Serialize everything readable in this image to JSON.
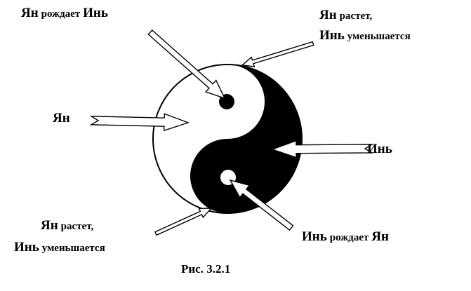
{
  "labels": {
    "yang_births_yin": {
      "strong1": "Ян",
      "mid": "рождает",
      "strong2": "Инь"
    },
    "top_right": {
      "line1_strong": "Ян",
      "line1_rest": "растет,",
      "line2_strong": "Инь",
      "line2_rest": "уменьшается"
    },
    "yang": "Ян",
    "yin": "Инь",
    "bottom_left": {
      "line1_strong": "Ян",
      "line1_rest": "растет,",
      "line2_strong": "Инь",
      "line2_rest": "уменьшается"
    },
    "yin_births_yang": {
      "strong1": "Инь",
      "mid": "рождает",
      "strong2": "Ян"
    }
  },
  "caption": "Рис. 3.2.1",
  "colors": {
    "ink": "#000000",
    "paper": "#ffffff"
  }
}
